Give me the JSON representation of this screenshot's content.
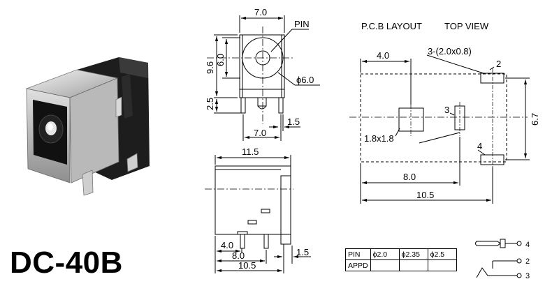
{
  "model": "DC-40B",
  "front_view": {
    "width_top": "7.0",
    "width_bottom": "7.0",
    "height_total": "9.6",
    "height_hole": "6.0",
    "height_pin": "2.5",
    "pin_label": "PIN",
    "diameter": "ϕ6.0",
    "pin_width": "1.5"
  },
  "side_view": {
    "length": "11.5",
    "dim_a": "4.0",
    "dim_b": "8.0",
    "dim_c": "10.5",
    "pin_offset": "1.5"
  },
  "pcb_layout": {
    "title": "P.C.B LAYOUT",
    "subtitle": "TOP VIEW",
    "pad_spec": "3-(2.0x0.8)",
    "center_pad": "1.8x1.8",
    "dim_top": "4.0",
    "dim_height": "6.7",
    "dim_mid": "8.0",
    "dim_total": "10.5",
    "pin_2": "2",
    "pin_3": "3",
    "pin_4": "4"
  },
  "pin_table": {
    "row1": [
      "PIN",
      "ϕ2.0",
      "ϕ2.35",
      "ϕ2.5"
    ],
    "row2": [
      "APPD",
      "",
      "",
      ""
    ]
  },
  "schematic": {
    "pin_4": "4",
    "pin_2": "2",
    "pin_3": "3"
  }
}
